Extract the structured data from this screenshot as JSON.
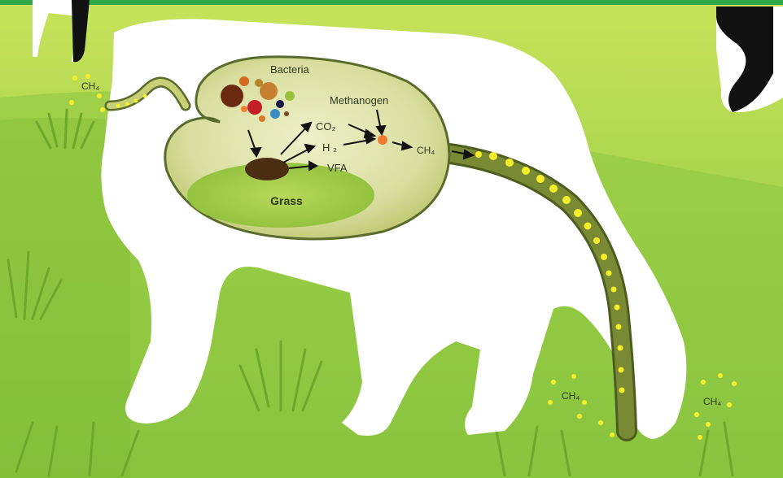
{
  "diagram": {
    "labels": {
      "bacteria": "Bacteria",
      "methanogen": "Methanogen",
      "co2": "CO₂",
      "h2": "H ₂",
      "vfa": "VFA",
      "ch4_stomach": "CH₄",
      "grass": "Grass",
      "ch4_mouth": "CH₄",
      "ch4_ground_left": "CH₄",
      "ch4_ground_right": "CH₄"
    },
    "colors": {
      "grass_light": "#b9dc4e",
      "grass_mid": "#8cc63f",
      "grass_dark": "#6fae2e",
      "cow_body": "#ffffff",
      "cow_patch": "#111111",
      "stomach_fill": "#dfe3b4",
      "stomach_outline": "#5a6b2c",
      "tube": "#7a8a34",
      "gas_bubbles": "#f4ef2a",
      "methanogen_dot": "#f07a32",
      "food_mass": "#4b2e12"
    }
  }
}
